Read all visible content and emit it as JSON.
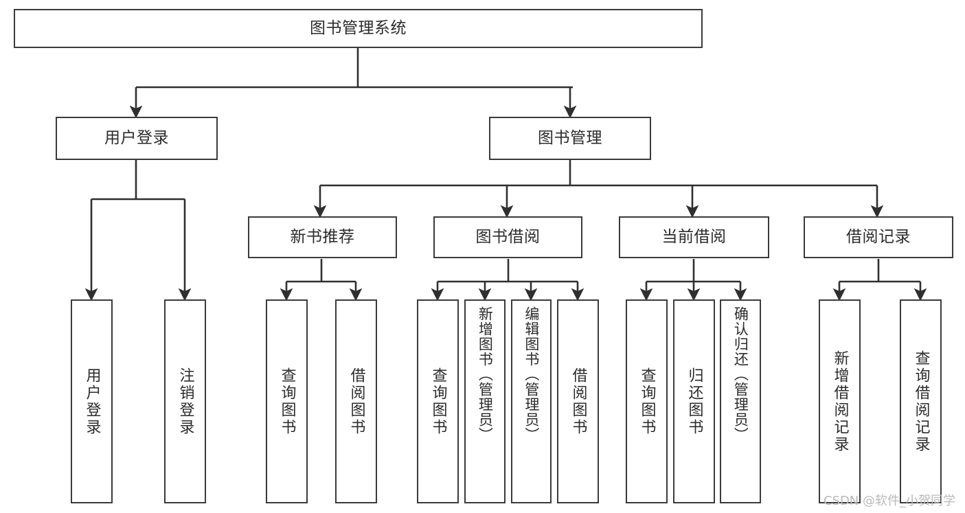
{
  "diagram": {
    "title": "图书管理系统",
    "type": "tree",
    "watermark": "CSDN @软件_小贺同学",
    "colors": {
      "box_border": "#3a3a3a",
      "box_fill": "#ffffff",
      "edge": "#2f2f2f",
      "text": "#2b2b2b",
      "watermark": "#b9b9b9",
      "background": "#ffffff"
    },
    "root": {
      "id": "root",
      "label": "图书管理系统"
    },
    "level2": [
      {
        "id": "user-login",
        "label": "用户登录"
      },
      {
        "id": "book-manage",
        "label": "图书管理"
      }
    ],
    "level3": [
      {
        "id": "new-book-rec",
        "label": "新书推荐",
        "parent": "book-manage"
      },
      {
        "id": "book-borrow",
        "label": "图书借阅",
        "parent": "book-manage"
      },
      {
        "id": "current-borrow",
        "label": "当前借阅",
        "parent": "book-manage"
      },
      {
        "id": "borrow-record",
        "label": "借阅记录",
        "parent": "book-manage"
      }
    ],
    "leaves": [
      {
        "id": "leaf-user-login",
        "label": "用户登录",
        "parent": "user-login"
      },
      {
        "id": "leaf-logout-login",
        "label": "注销登录",
        "parent": "user-login"
      },
      {
        "id": "leaf-query-book-1",
        "label": "查询图书",
        "parent": "new-book-rec"
      },
      {
        "id": "leaf-borrow-book-1",
        "label": "借阅图书",
        "parent": "new-book-rec"
      },
      {
        "id": "leaf-query-book-2",
        "label": "查询图书",
        "parent": "book-borrow"
      },
      {
        "id": "leaf-add-book",
        "label": "新增图书（管理员）",
        "parent": "book-borrow"
      },
      {
        "id": "leaf-edit-book",
        "label": "编辑图书（管理员）",
        "parent": "book-borrow"
      },
      {
        "id": "leaf-borrow-book-2",
        "label": "借阅图书",
        "parent": "book-borrow"
      },
      {
        "id": "leaf-query-book-3",
        "label": "查询图书",
        "parent": "current-borrow"
      },
      {
        "id": "leaf-return-book",
        "label": "归还图书",
        "parent": "current-borrow"
      },
      {
        "id": "leaf-confirm-return",
        "label": "确认归还（管理员）",
        "parent": "current-borrow"
      },
      {
        "id": "leaf-add-record",
        "label": "新增借阅记录",
        "parent": "borrow-record"
      },
      {
        "id": "leaf-query-record",
        "label": "查询借阅记录",
        "parent": "borrow-record"
      }
    ]
  }
}
